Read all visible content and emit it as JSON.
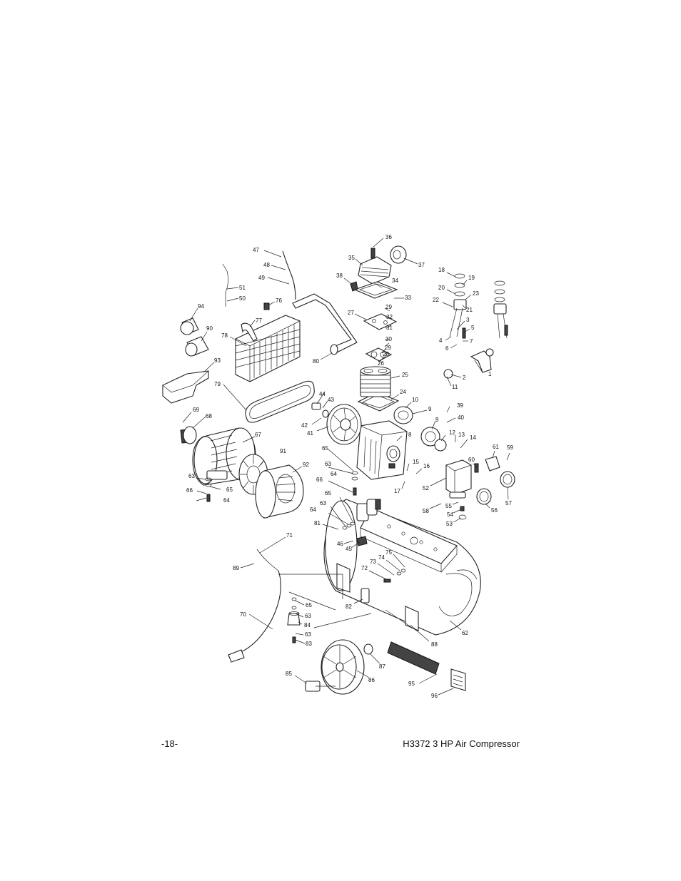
{
  "footer": {
    "page_number": "-18-",
    "title": "H3372 3 HP Air Compressor"
  },
  "callouts": [
    {
      "id": "c1",
      "label": "1"
    },
    {
      "id": "c2",
      "label": "2"
    },
    {
      "id": "c3",
      "label": "3"
    },
    {
      "id": "c4",
      "label": "4"
    },
    {
      "id": "c5",
      "label": "5"
    },
    {
      "id": "c6",
      "label": "6"
    },
    {
      "id": "c7",
      "label": "7"
    },
    {
      "id": "c8",
      "label": "8"
    },
    {
      "id": "c9a",
      "label": "9"
    },
    {
      "id": "c9b",
      "label": "9"
    },
    {
      "id": "c10",
      "label": "10"
    },
    {
      "id": "c11",
      "label": "11"
    },
    {
      "id": "c12",
      "label": "12"
    },
    {
      "id": "c13",
      "label": "13"
    },
    {
      "id": "c14",
      "label": "14"
    },
    {
      "id": "c15",
      "label": "15"
    },
    {
      "id": "c16",
      "label": "16"
    },
    {
      "id": "c17",
      "label": "17"
    },
    {
      "id": "c18",
      "label": "18"
    },
    {
      "id": "c19",
      "label": "19"
    },
    {
      "id": "c20",
      "label": "20"
    },
    {
      "id": "c21",
      "label": "21"
    },
    {
      "id": "c22",
      "label": "22"
    },
    {
      "id": "c23",
      "label": "23"
    },
    {
      "id": "c24",
      "label": "24"
    },
    {
      "id": "c25",
      "label": "25"
    },
    {
      "id": "c26",
      "label": "26"
    },
    {
      "id": "c27",
      "label": "27"
    },
    {
      "id": "c28",
      "label": "28"
    },
    {
      "id": "c29a",
      "label": "29"
    },
    {
      "id": "c29b",
      "label": "29"
    },
    {
      "id": "c30",
      "label": "30"
    },
    {
      "id": "c31",
      "label": "31"
    },
    {
      "id": "c32",
      "label": "32"
    },
    {
      "id": "c33",
      "label": "33"
    },
    {
      "id": "c34",
      "label": "34"
    },
    {
      "id": "c35",
      "label": "35"
    },
    {
      "id": "c36",
      "label": "36"
    },
    {
      "id": "c37",
      "label": "37"
    },
    {
      "id": "c38",
      "label": "38"
    },
    {
      "id": "c39",
      "label": "39"
    },
    {
      "id": "c40",
      "label": "40"
    },
    {
      "id": "c41",
      "label": "41"
    },
    {
      "id": "c42",
      "label": "42"
    },
    {
      "id": "c43",
      "label": "43"
    },
    {
      "id": "c44",
      "label": "44"
    },
    {
      "id": "c45",
      "label": "45"
    },
    {
      "id": "c46",
      "label": "46"
    },
    {
      "id": "c47",
      "label": "47"
    },
    {
      "id": "c48",
      "label": "48"
    },
    {
      "id": "c49",
      "label": "49"
    },
    {
      "id": "c50",
      "label": "50"
    },
    {
      "id": "c51",
      "label": "51"
    },
    {
      "id": "c52",
      "label": "52"
    },
    {
      "id": "c53",
      "label": "53"
    },
    {
      "id": "c54",
      "label": "54"
    },
    {
      "id": "c55",
      "label": "55"
    },
    {
      "id": "c56",
      "label": "56"
    },
    {
      "id": "c57",
      "label": "57"
    },
    {
      "id": "c58",
      "label": "58"
    },
    {
      "id": "c59",
      "label": "59"
    },
    {
      "id": "c60",
      "label": "60"
    },
    {
      "id": "c61",
      "label": "61"
    },
    {
      "id": "c62",
      "label": "62"
    },
    {
      "id": "c63a",
      "label": "63"
    },
    {
      "id": "c63b",
      "label": "63"
    },
    {
      "id": "c63c",
      "label": "63"
    },
    {
      "id": "c63d",
      "label": "63"
    },
    {
      "id": "c63e",
      "label": "63"
    },
    {
      "id": "c64a",
      "label": "64"
    },
    {
      "id": "c64b",
      "label": "64"
    },
    {
      "id": "c64c",
      "label": "64"
    },
    {
      "id": "c65a",
      "label": "65"
    },
    {
      "id": "c65b",
      "label": "65"
    },
    {
      "id": "c65c",
      "label": "65"
    },
    {
      "id": "c65d",
      "label": "65"
    },
    {
      "id": "c66a",
      "label": "66"
    },
    {
      "id": "c66b",
      "label": "66"
    },
    {
      "id": "c67",
      "label": "67"
    },
    {
      "id": "c68",
      "label": "68"
    },
    {
      "id": "c69",
      "label": "69"
    },
    {
      "id": "c70",
      "label": "70"
    },
    {
      "id": "c71",
      "label": "71"
    },
    {
      "id": "c72",
      "label": "72"
    },
    {
      "id": "c73",
      "label": "73"
    },
    {
      "id": "c74",
      "label": "74"
    },
    {
      "id": "c75",
      "label": "75"
    },
    {
      "id": "c76",
      "label": "76"
    },
    {
      "id": "c77",
      "label": "77"
    },
    {
      "id": "c78",
      "label": "78"
    },
    {
      "id": "c79",
      "label": "79"
    },
    {
      "id": "c80",
      "label": "80"
    },
    {
      "id": "c81",
      "label": "81"
    },
    {
      "id": "c82",
      "label": "82"
    },
    {
      "id": "c83",
      "label": "83"
    },
    {
      "id": "c84",
      "label": "84"
    },
    {
      "id": "c85",
      "label": "85"
    },
    {
      "id": "c86",
      "label": "86"
    },
    {
      "id": "c87",
      "label": "87"
    },
    {
      "id": "c88",
      "label": "88"
    },
    {
      "id": "c89",
      "label": "89"
    },
    {
      "id": "c90",
      "label": "90"
    },
    {
      "id": "c91",
      "label": "91"
    },
    {
      "id": "c92",
      "label": "92"
    },
    {
      "id": "c93",
      "label": "93"
    },
    {
      "id": "c94",
      "label": "94"
    },
    {
      "id": "c95",
      "label": "95"
    },
    {
      "id": "c96",
      "label": "96"
    }
  ]
}
